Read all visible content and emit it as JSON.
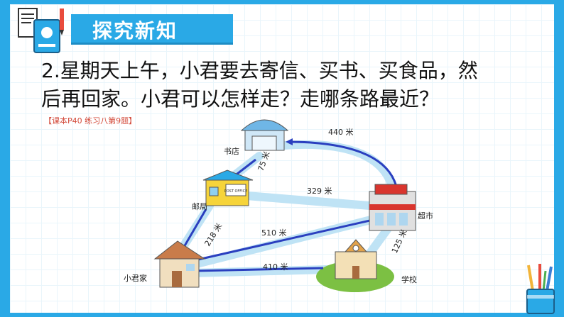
{
  "header": {
    "title": "探究新知",
    "icon": "book-document-icon"
  },
  "question": {
    "text_line1": "2.星期天上午，小君要去寄信、买书、买食品，然",
    "text_line2": "后再回家。小君可以怎样走？走哪条路最近？"
  },
  "reference": "【课本P40  练习八第9题】",
  "map": {
    "places": {
      "bookstore": "书店",
      "post_office": "邮局",
      "supermarket": "超市",
      "home": "小君家",
      "school": "学校"
    },
    "post_office_sign": "POST OFFICE",
    "distances": {
      "bookstore_supermarket": "440 米",
      "bookstore_post": "75 米",
      "post_supermarket": "329 米",
      "post_home": "218 米",
      "home_supermarket": "510 米",
      "home_school": "410 米",
      "school_supermarket": "125 米"
    }
  },
  "colors": {
    "frame": "#2aa9e6",
    "road": "#bfe3f5",
    "route_arrow": "#2a3fbf",
    "reference": "#d34a3a"
  },
  "decor": {
    "pencil_cup": "pencil-cup-icon"
  }
}
